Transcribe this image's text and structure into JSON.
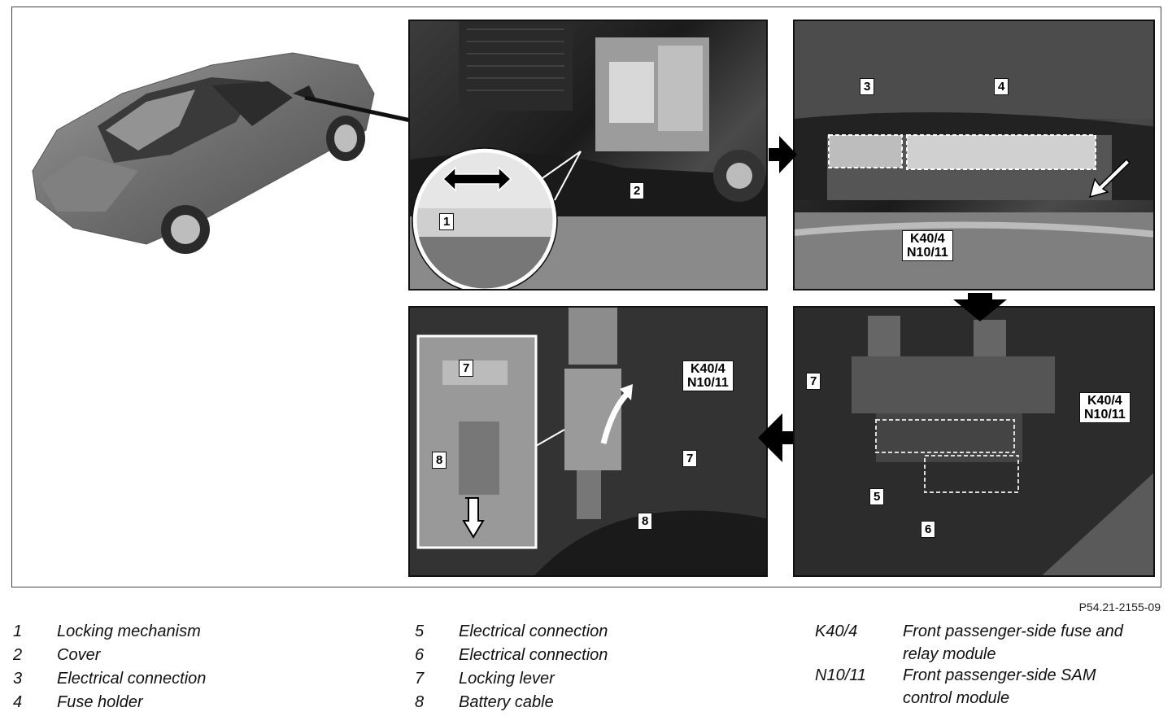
{
  "figure_ref": "P54.21-2155-09",
  "callouts": {
    "p1_1": "1",
    "p1_2": "2",
    "p2_3": "3",
    "p2_4": "4",
    "p2_k": "K40/4",
    "p2_n": "N10/11",
    "p3_k": "K40/4",
    "p3_n": "N10/11",
    "p3_7": "7",
    "p3_5": "5",
    "p3_6": "6",
    "p4_7a": "7",
    "p4_8a": "8",
    "p4_k": "K40/4",
    "p4_n": "N10/11",
    "p4_7b": "7",
    "p4_8b": "8"
  },
  "legend": {
    "col1": [
      {
        "num": "1",
        "text": "Locking mechanism"
      },
      {
        "num": "2",
        "text": "Cover"
      },
      {
        "num": "3",
        "text": "Electrical connection"
      },
      {
        "num": "4",
        "text": "Fuse holder"
      }
    ],
    "col2": [
      {
        "num": "5",
        "text": "Electrical connection"
      },
      {
        "num": "6",
        "text": "Electrical connection"
      },
      {
        "num": "7",
        "text": "Locking lever"
      },
      {
        "num": "8",
        "text": "Battery cable"
      }
    ],
    "col3": [
      {
        "code": "K40/4",
        "line1": "Front passenger-side fuse and",
        "line2": "relay module"
      },
      {
        "code": "N10/11",
        "line1": "Front passenger-side SAM",
        "line2": "control module"
      }
    ]
  }
}
